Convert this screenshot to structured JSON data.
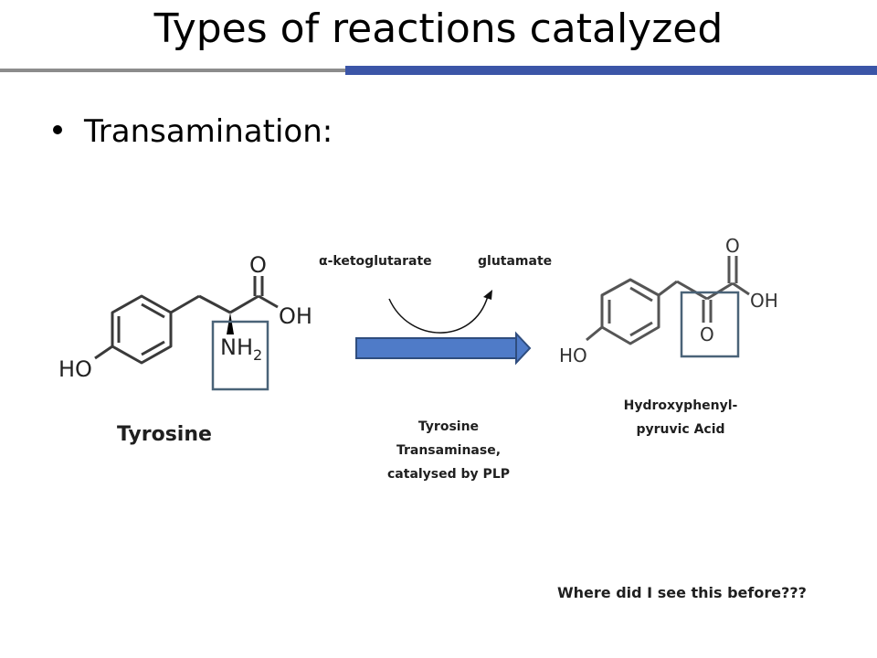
{
  "title": "Types of reactions catalyzed",
  "bullet": "Transamination:",
  "reactant": {
    "name": "Tyrosine",
    "atoms": {
      "o": "O",
      "oh": "OH",
      "nh": "NH",
      "sub2": "2",
      "ho": "HO"
    }
  },
  "cosubstrate_in": "α-ketoglutarate",
  "cosubstrate_out": "glutamate",
  "enzyme": [
    "Tyrosine",
    "Transaminase,",
    "catalysed by PLP"
  ],
  "product": {
    "name": [
      "Hydroxyphenyl-",
      "pyruvic Acid"
    ],
    "atoms": {
      "o1": "O",
      "o2": "O",
      "oh": "OH",
      "ho": "HO"
    }
  },
  "question": "Where did I see this before???",
  "colors": {
    "accent": "#3b55a7",
    "arrow": "#4f7bc8",
    "box": "#4a6378"
  }
}
